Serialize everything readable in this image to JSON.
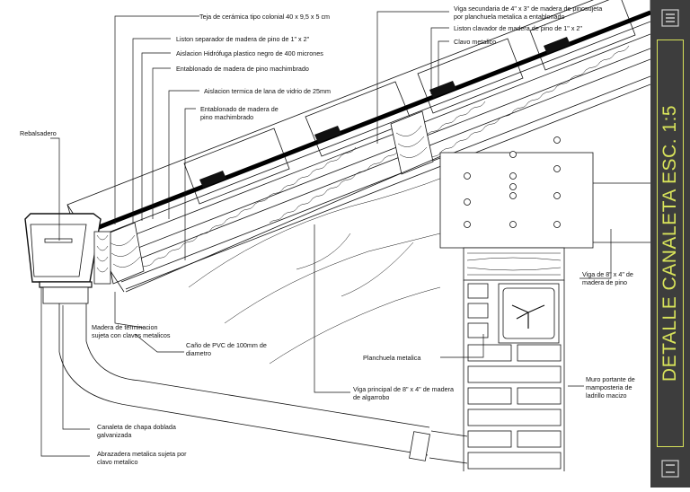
{
  "sidebar": {
    "title": "DETALLE CANALETA  ESC. 1:5",
    "menu_icon": "hamburger-icon",
    "footer_icon": "collapse-icon"
  },
  "colors": {
    "sidebar_bg": "#3d3d3d",
    "accent": "#d8e35a",
    "ink": "#111111"
  },
  "labels": {
    "teja": "Teja de cerámica tipo colonial 40 x 9,5 x 5 cm",
    "liston_sep": "Liston separador de madera de pino de 1\" x 2\"",
    "aislacion_hidro": "Aislacion Hidrófuga  plastico negro de 400 micrones",
    "entablonado_1": "Entablonado de madera de pino machimbrado",
    "aislacion_term": "Aislacion termica de lana de vidrio de 25mm",
    "entablonado_2a": "Entablonado de madera de",
    "entablonado_2b": "pino machimbrado",
    "viga_sec_a": "Viga secundaria de 4\" x 3\" de madera de pinosujeta",
    "viga_sec_b": "por planchuela metalica a entablonado",
    "liston_clav": "Liston clavador de madera de pino de 1\" x 2\"",
    "clavo": "Clavo metalico",
    "rebalsadero": "Rebalsadero",
    "madera_term_a": "Madera de terminacion",
    "madera_term_b": "sujeta con clavos metalicos",
    "cano_a": "Caño de PVC de 100mm de",
    "cano_b": "diametro",
    "planchuela": "Planchuela metalica",
    "viga_ppal_a": "Viga principal de 8\" x 4\" de madera",
    "viga_ppal_b": "de algarrobo",
    "viga_pino_a": "Viga de 8\" x 4\" de",
    "viga_pino_b": "madera de pino",
    "muro_a": "Muro portante de",
    "muro_b": "mamposteria de",
    "muro_c": "ladrillo macizo",
    "canaleta_a": "Canaleta de chapa doblada",
    "canaleta_b": "galvanizada",
    "abrazadera_a": "Abrazadera metalica sujeta por",
    "abrazadera_b": "clavo metalico"
  }
}
